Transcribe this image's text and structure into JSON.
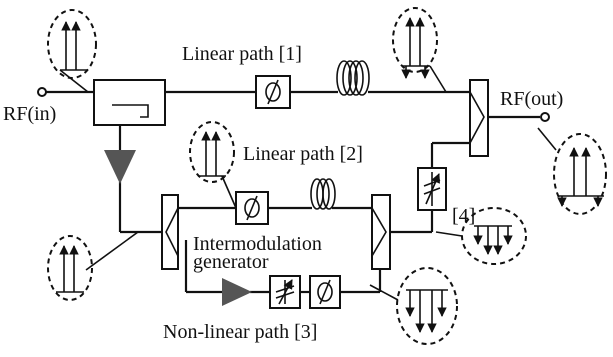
{
  "labels": {
    "linear_path_1": "Linear path [1]",
    "linear_path_2": "Linear path [2]",
    "nonlinear_path_3": "Non-linear path [3]",
    "intermod_line1": "Intermodulation",
    "intermod_line2": "generator",
    "rf_in": "RF(in)",
    "rf_out": "RF(out)",
    "ref_4": "[4]"
  },
  "colors": {
    "line": "#111111",
    "amplifier_fill": "#555555",
    "background": "#ffffff"
  }
}
